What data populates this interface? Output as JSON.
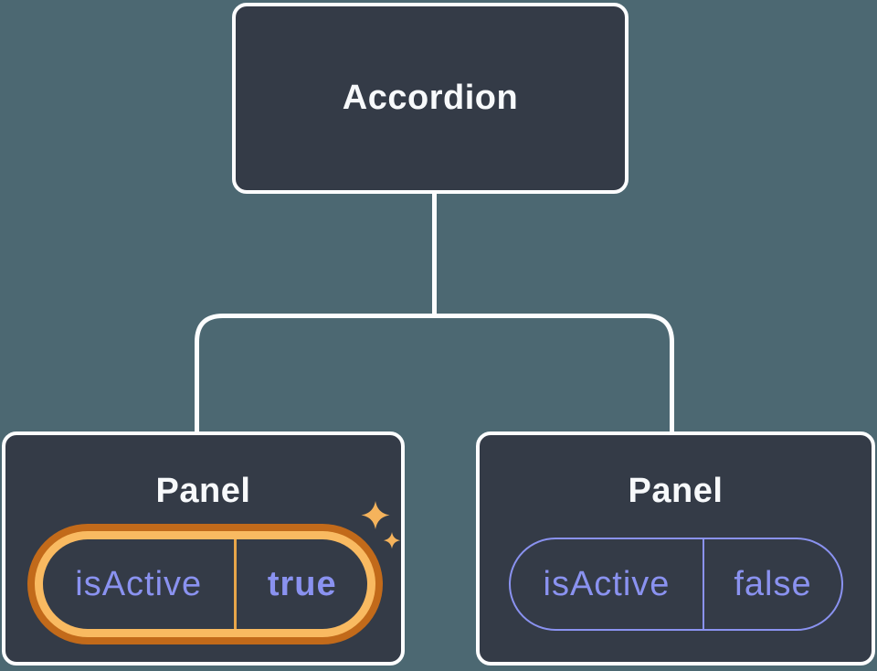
{
  "tree": {
    "root": {
      "label": "Accordion"
    },
    "children": [
      {
        "label": "Panel",
        "prop": {
          "name": "isActive",
          "value": "true"
        },
        "highlighted": true
      },
      {
        "label": "Panel",
        "prop": {
          "name": "isActive",
          "value": "false"
        },
        "highlighted": false
      }
    ]
  },
  "colors": {
    "background": "#4C6872",
    "node_fill": "#343B47",
    "node_border": "#FCFDFE",
    "node_text": "#F7F9FB",
    "state_text": "#8A92F0",
    "state_border": "#8A92F0",
    "highlight_ring_outer": "#C26A1A",
    "highlight_ring_inner": "#F9BA61",
    "highlight_divider": "#E8A64A",
    "sparkle": "#F5B35C",
    "connector": "#FCFDFE"
  }
}
